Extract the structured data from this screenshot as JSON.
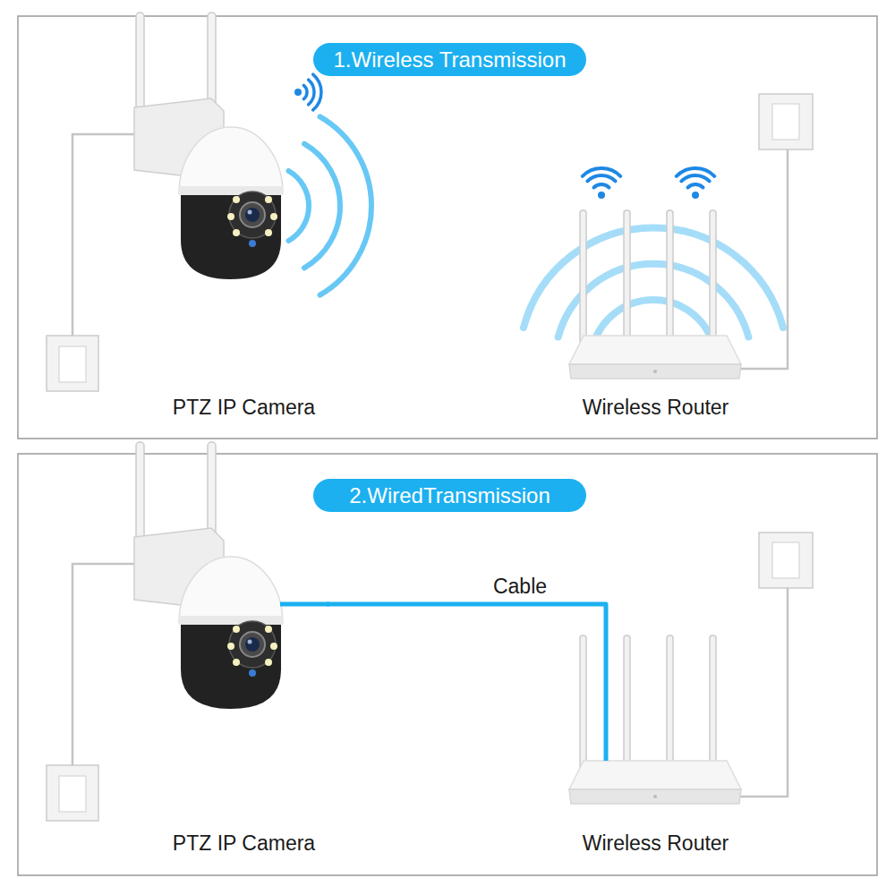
{
  "diagram": {
    "nodes": [
      {
        "text": [
          "1.Wireless Transmission"
        ]
      },
      {
        "text": [
          "PTZ IP Camera"
        ]
      },
      {
        "text": [
          "Wireless Router"
        ]
      },
      {
        "text": [
          "2.WiredTransmission"
        ]
      },
      {
        "text": [
          "PTZ IP Camera"
        ]
      },
      {
        "text": [
          "Wireless Router"
        ]
      }
    ],
    "edges": [
      {
        "from": 4,
        "to": 5,
        "label": "Cable",
        "arrow": "none"
      }
    ]
  }
}
